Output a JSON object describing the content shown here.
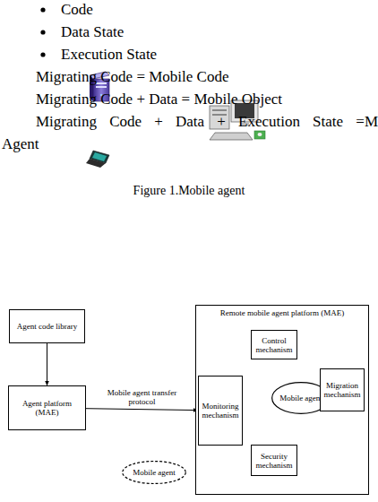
{
  "diagram": {
    "caption": "Figure 1.Mobile agent",
    "nodes": [
      {
        "text": [
          "Agent code library"
        ]
      },
      {
        "text": [
          "Agent platform (MAE)"
        ]
      },
      {
        "text": [
          "Mobile agent"
        ]
      },
      {
        "text": [
          "Remote mobile agent platform (MAE)"
        ]
      },
      {
        "text": [
          "Monitoring mechanism"
        ],
        "in": 3
      },
      {
        "text": [
          "Control mechanism"
        ],
        "in": 3
      },
      {
        "text": [
          "Mobile agent"
        ],
        "in": 3
      },
      {
        "text": [
          "Migration mechanism"
        ],
        "in": 3
      },
      {
        "text": [
          "Security mechanism"
        ],
        "in": 3
      }
    ],
    "edges": [
      {
        "from": 0,
        "to": 1,
        "arrow": "to"
      },
      {
        "from": 1,
        "to": 4,
        "arrow": "to",
        "label": "Mobile agent transfer protocol"
      },
      {
        "from": 4,
        "to": 5,
        "arrow": "to"
      },
      {
        "from": 4,
        "to": 6,
        "arrow": "to"
      },
      {
        "from": 4,
        "to": 8,
        "arrow": "to"
      },
      {
        "from": 5,
        "to": 6,
        "arrow": "to"
      },
      {
        "from": 8,
        "to": 6,
        "arrow": "to"
      },
      {
        "from": 7,
        "to": 6,
        "arrow": "to"
      },
      {
        "from": 8,
        "to": 7,
        "arrow": "to"
      }
    ],
    "labels": [
      "Code",
      "Data State",
      "Execution State",
      "Migrating Code = Mobile Code",
      "Migrating Code + Data = Mobile Object",
      "Migrating Code + Data + Execution State =M",
      "Agent"
    ]
  }
}
